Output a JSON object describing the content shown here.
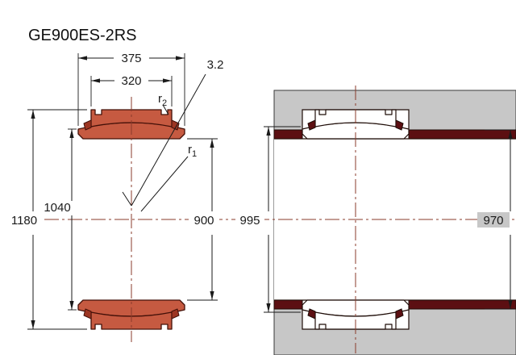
{
  "title": "GE900ES-2RS",
  "dimensions": {
    "inner_ring_width": "375",
    "outer_ring_width": "320",
    "surface_roughness": "3.2",
    "r1": {
      "base": "r",
      "sub": "1"
    },
    "r2": {
      "base": "r",
      "sub": "2"
    },
    "outside_diameter": "1180",
    "sphere_diameter": "1040",
    "bore_diameter": "900",
    "housing_abutment_diameter": "995",
    "shaft_abutment_diameter": "970"
  },
  "colors": {
    "bearing-fill": "#c65a41",
    "bearing-outline": "#431008",
    "seal-fill": "#9c3522",
    "spacer-fill": "#5c0f12",
    "housing-gray": "#c7c7c7",
    "centerline": "#8a3b2b",
    "line-color": "#1a1a1a",
    "background": "#ffffff"
  }
}
